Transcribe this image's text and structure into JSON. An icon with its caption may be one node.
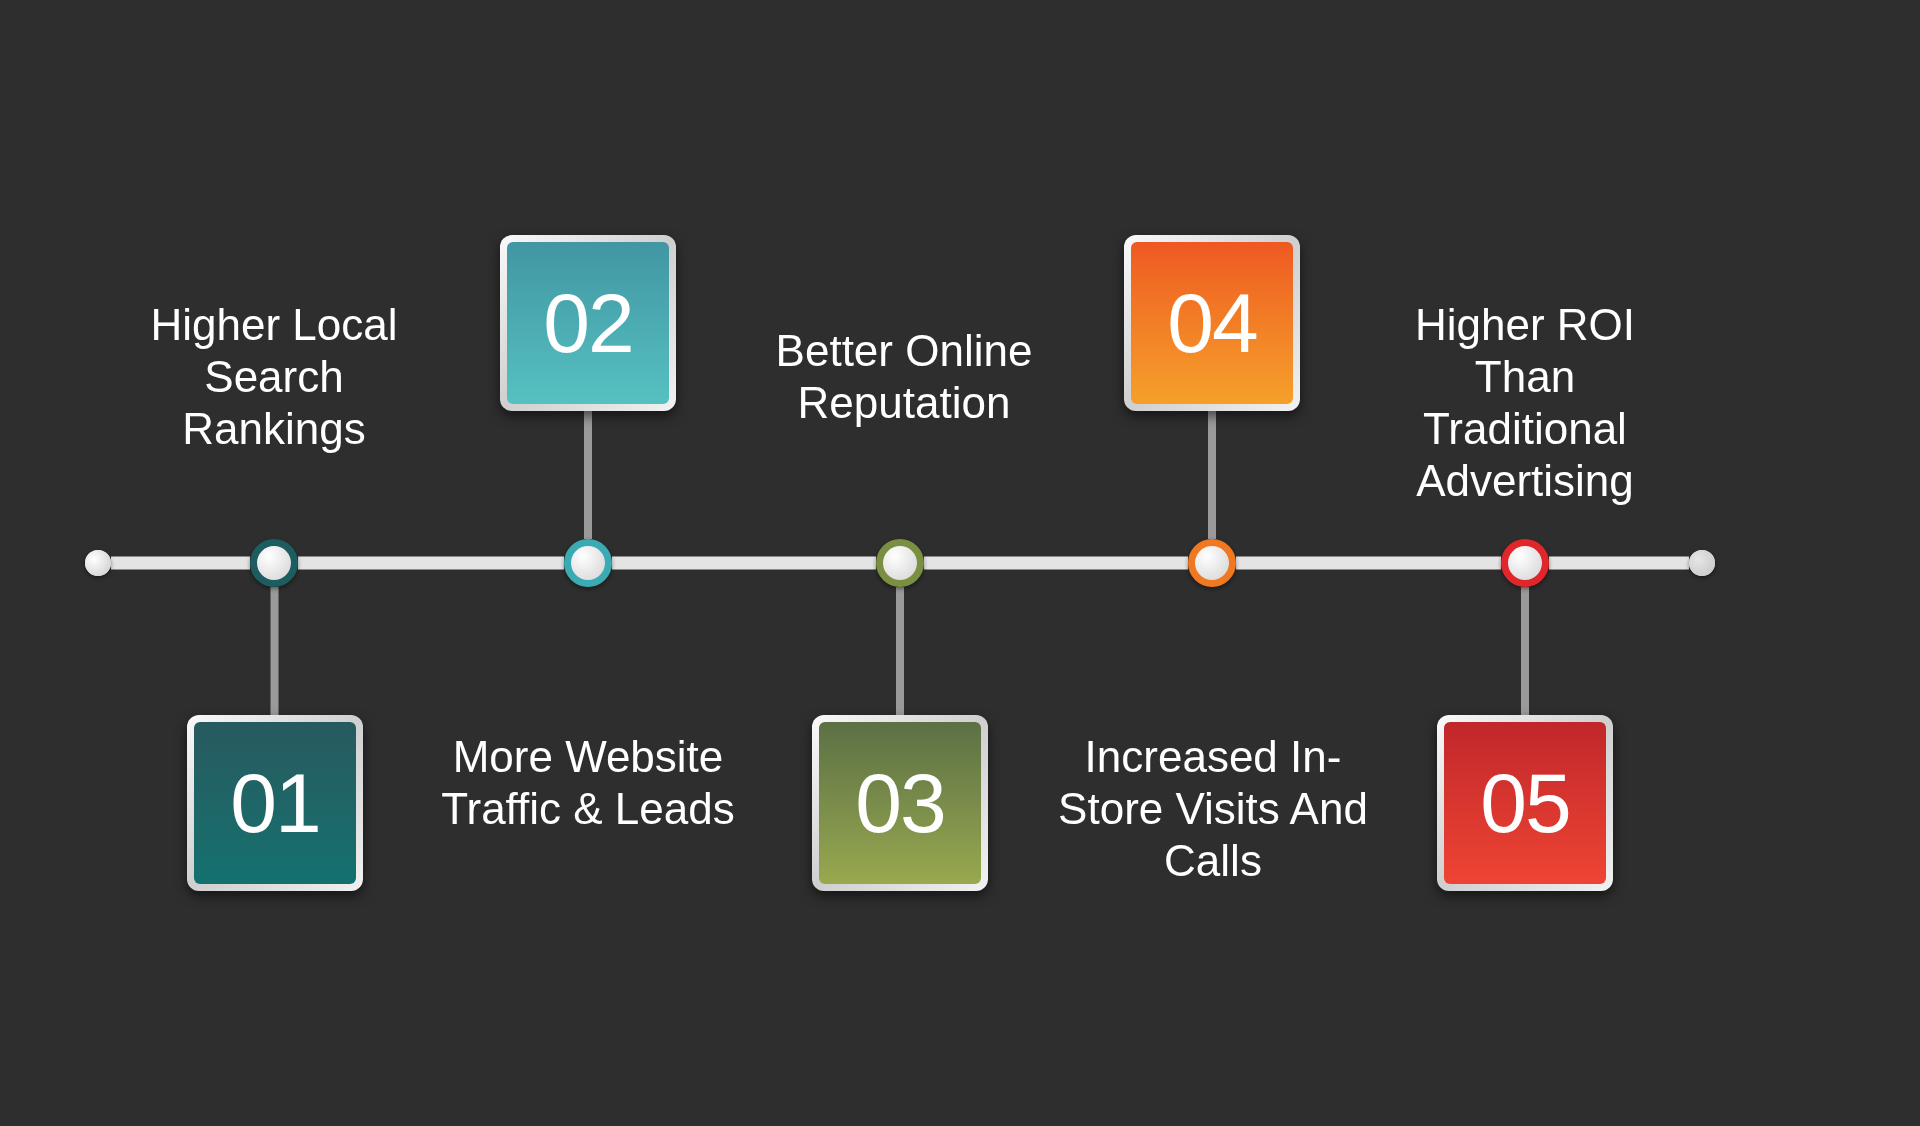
{
  "diagram": {
    "nodes": [
      {
        "text": [],
        "shape": "circle"
      },
      {
        "text": [],
        "shape": "circle"
      },
      {
        "text": [],
        "shape": "circle"
      },
      {
        "text": [],
        "shape": "circle"
      },
      {
        "text": [],
        "shape": "circle"
      },
      {
        "text": [],
        "shape": "circle"
      },
      {
        "text": [],
        "shape": "circle"
      },
      {
        "text": [
          "01"
        ]
      },
      {
        "text": [
          "02"
        ]
      },
      {
        "text": [
          "03"
        ]
      },
      {
        "text": [
          "04"
        ]
      },
      {
        "text": [
          "05"
        ]
      }
    ],
    "edges": [
      {
        "from": 0,
        "to": 1,
        "arrow": "none"
      },
      {
        "from": 1,
        "to": 2,
        "arrow": "none"
      },
      {
        "from": 2,
        "to": 3,
        "arrow": "none"
      },
      {
        "from": 3,
        "to": 4,
        "arrow": "none"
      },
      {
        "from": 4,
        "to": 5,
        "arrow": "none"
      },
      {
        "from": 5,
        "to": 6,
        "arrow": "none"
      },
      {
        "from": 1,
        "to": 7,
        "arrow": "none",
        "color": "#9a9a9a"
      },
      {
        "from": 2,
        "to": 8,
        "arrow": "none",
        "color": "#9a9a9a"
      },
      {
        "from": 3,
        "to": 9,
        "arrow": "none",
        "color": "#9a9a9a"
      },
      {
        "from": 4,
        "to": 10,
        "arrow": "none",
        "color": "#9a9a9a"
      },
      {
        "from": 5,
        "to": 11,
        "arrow": "none",
        "color": "#9a9a9a"
      }
    ],
    "labels": [
      "Higher Local Search Rankings",
      "Better Online Reputation",
      "Higher ROI Than Traditional Advertising",
      "More Website Traffic & Leads",
      "Increased In-Store Visits And Calls"
    ]
  }
}
